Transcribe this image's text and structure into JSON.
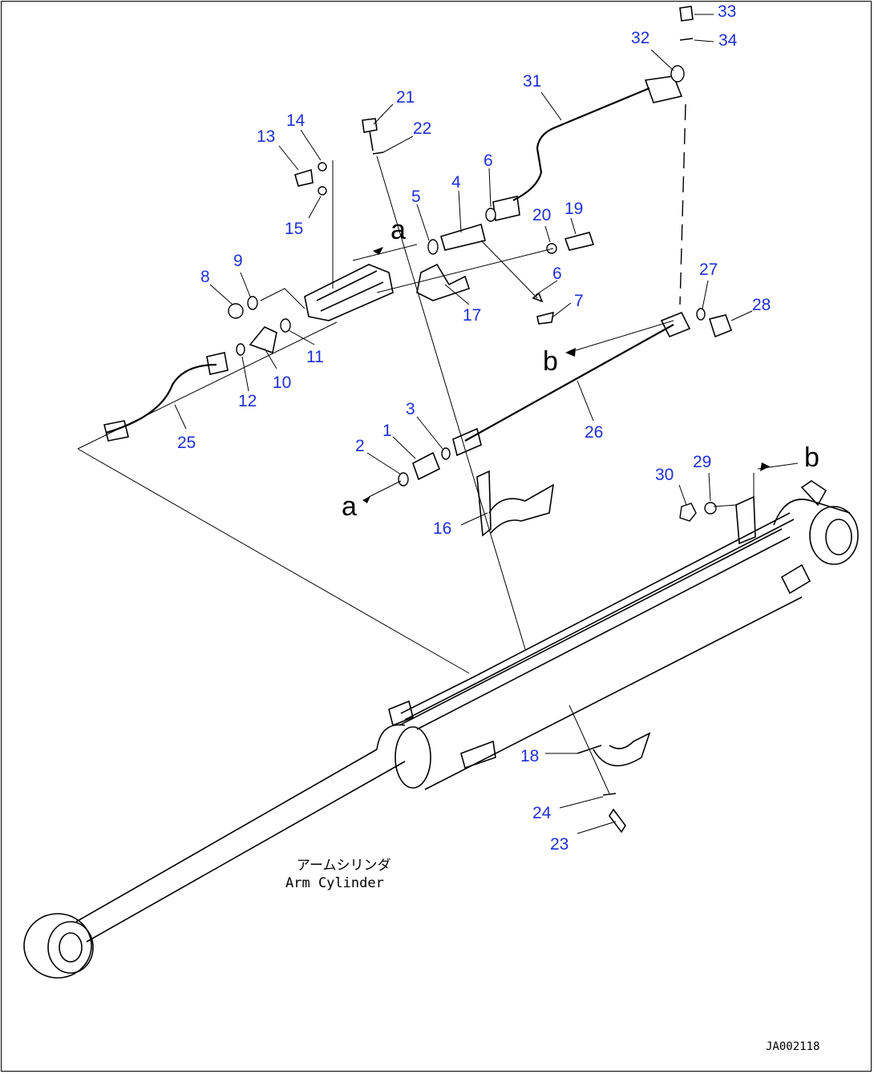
{
  "diagram": {
    "callouts": [
      {
        "n": "1"
      },
      {
        "n": "2"
      },
      {
        "n": "3"
      },
      {
        "n": "4"
      },
      {
        "n": "5"
      },
      {
        "n": "6"
      },
      {
        "n": "6"
      },
      {
        "n": "7"
      },
      {
        "n": "8"
      },
      {
        "n": "9"
      },
      {
        "n": "10"
      },
      {
        "n": "11"
      },
      {
        "n": "12"
      },
      {
        "n": "13"
      },
      {
        "n": "14"
      },
      {
        "n": "15"
      },
      {
        "n": "16"
      },
      {
        "n": "17"
      },
      {
        "n": "18"
      },
      {
        "n": "19"
      },
      {
        "n": "20"
      },
      {
        "n": "21"
      },
      {
        "n": "22"
      },
      {
        "n": "23"
      },
      {
        "n": "24"
      },
      {
        "n": "25"
      },
      {
        "n": "26"
      },
      {
        "n": "27"
      },
      {
        "n": "28"
      },
      {
        "n": "29"
      },
      {
        "n": "30"
      },
      {
        "n": "31"
      },
      {
        "n": "32"
      },
      {
        "n": "33"
      },
      {
        "n": "34"
      }
    ],
    "reference_marks": {
      "a": "a",
      "b": "b"
    },
    "caption_jp": "アームシリンダ",
    "caption_en": "Arm Cylinder",
    "drawing_id": "JA002118",
    "callout_color": "#1f2fd6",
    "line_color": "#000000"
  }
}
